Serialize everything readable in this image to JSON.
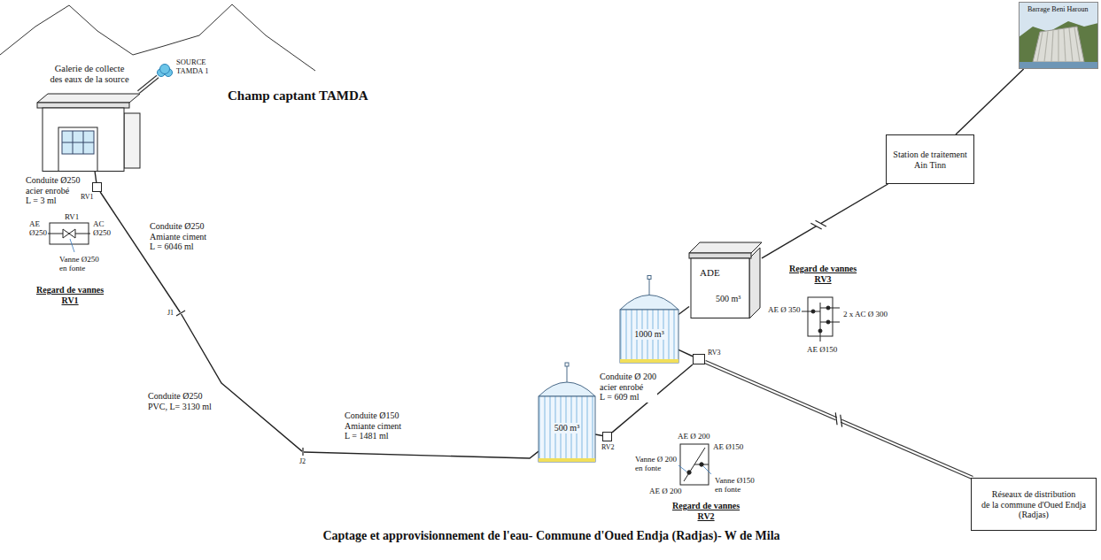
{
  "diagram": {
    "caption": "Captage et approvisionnement de l'eau- Commune d'Oued Endja (Radjas)- W de Mila",
    "nodes": [
      {
        "text": [
          "Galerie de collecte des eaux de la source"
        ]
      },
      {
        "text": [
          "SOURCE TAMDA 1"
        ]
      },
      {
        "text": [
          "RV1"
        ]
      },
      {
        "text": [
          "J1"
        ]
      },
      {
        "text": [
          "J2"
        ]
      },
      {
        "text": [
          "500 m³"
        ]
      },
      {
        "text": [
          "RV2"
        ]
      },
      {
        "text": [
          "1000 m³"
        ]
      },
      {
        "text": [
          "ADE",
          "500 m³"
        ]
      },
      {
        "text": [
          "Station de traitement Ain Tinn"
        ]
      },
      {
        "text": [
          "Barrage Beni Haroun"
        ]
      },
      {
        "text": [
          "RV3"
        ]
      },
      {
        "text": [
          "Réseaux de distribution de la commune d'Oued Endja (Radjas)"
        ]
      }
    ],
    "edges": [
      {
        "from": 1,
        "to": 0,
        "arrow": "none"
      },
      {
        "from": 0,
        "to": 2,
        "label": "Conduite Ø250 acier enrobé L = 3 ml",
        "arrow": "none"
      },
      {
        "from": 2,
        "to": 3,
        "label": "Conduite Ø250 Amiante ciment L = 6046 ml",
        "arrow": "none"
      },
      {
        "from": 3,
        "to": 4,
        "label": "Conduite Ø250 PVC, L= 3130 ml",
        "arrow": "none"
      },
      {
        "from": 4,
        "to": 5,
        "label": "Conduite Ø150 Amiante ciment L = 1481 ml",
        "arrow": "none"
      },
      {
        "from": 5,
        "to": 6,
        "arrow": "none"
      },
      {
        "from": 6,
        "to": 11,
        "label": "Conduite Ø 200 acier enrobé L = 609 ml",
        "arrow": "none"
      },
      {
        "from": 7,
        "to": 11,
        "arrow": "none"
      },
      {
        "from": 7,
        "to": 8,
        "arrow": "none"
      },
      {
        "from": 8,
        "to": 9,
        "arrow": "none"
      },
      {
        "from": 9,
        "to": 10,
        "arrow": "none"
      },
      {
        "from": 11,
        "to": 12,
        "arrow": "none"
      }
    ],
    "labels": [
      "Champ captant TAMDA",
      "RV1",
      "AE Ø250",
      "AC Ø250",
      "Vanne Ø250 en fonte",
      "Regard de vannes RV1",
      "Regard de vannes RV2",
      "AE Ø 200",
      "AE Ø150",
      "Vanne Ø 200 en fonte",
      "AE Ø 200",
      "Vanne Ø150 en fonte",
      "Regard de vannes RV3",
      "AE Ø 350",
      "2 x AC Ø 300",
      "AE Ø150"
    ]
  }
}
